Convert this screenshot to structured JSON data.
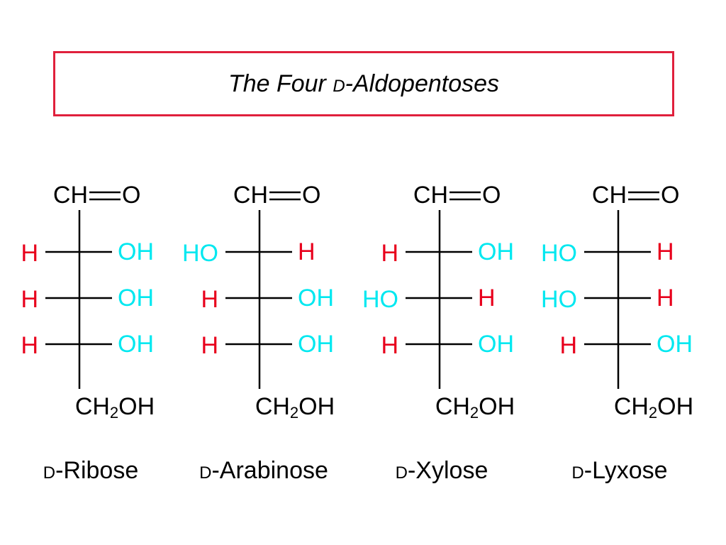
{
  "title": {
    "prefix": "The Four ",
    "small_caps": "D",
    "suffix": "-Aldopentoses"
  },
  "colors": {
    "border": "#e0203c",
    "h": "#e8001c",
    "oh": "#00e8f0",
    "text": "#000000"
  },
  "top_group": {
    "left": "CH",
    "right": "O"
  },
  "bottom_group": {
    "prefix": "CH",
    "sub": "2",
    "suffix": "OH"
  },
  "molecules": [
    {
      "name_prefix": "D",
      "name_suffix": "-Ribose",
      "rows": [
        {
          "left": "H",
          "right": "OH"
        },
        {
          "left": "H",
          "right": "OH"
        },
        {
          "left": "H",
          "right": "OH"
        }
      ]
    },
    {
      "name_prefix": "D",
      "name_suffix": "-Arabinose",
      "rows": [
        {
          "left": "HO",
          "right": "H"
        },
        {
          "left": "H",
          "right": "OH"
        },
        {
          "left": "H",
          "right": "OH"
        }
      ]
    },
    {
      "name_prefix": "D",
      "name_suffix": "-Xylose",
      "rows": [
        {
          "left": "H",
          "right": "OH"
        },
        {
          "left": "HO",
          "right": "H"
        },
        {
          "left": "H",
          "right": "OH"
        }
      ]
    },
    {
      "name_prefix": "D",
      "name_suffix": "-Lyxose",
      "rows": [
        {
          "left": "HO",
          "right": "H"
        },
        {
          "left": "HO",
          "right": "H"
        },
        {
          "left": "H",
          "right": "OH"
        }
      ]
    }
  ]
}
